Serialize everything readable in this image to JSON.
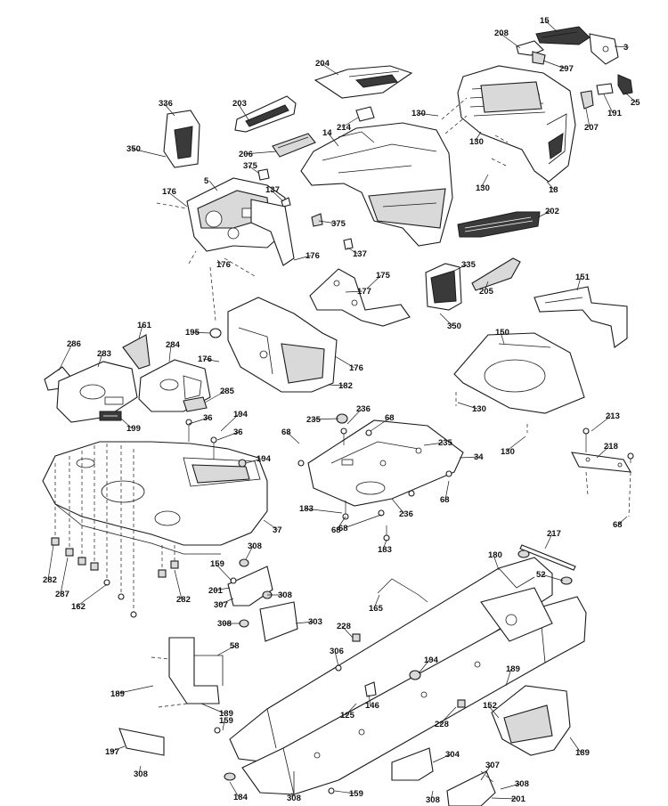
{
  "callouts": [
    {
      "id": "c15",
      "label": "15"
    },
    {
      "id": "c208",
      "label": "208"
    },
    {
      "id": "c3",
      "label": "3"
    },
    {
      "id": "c297",
      "label": "297"
    },
    {
      "id": "c204",
      "label": "204"
    },
    {
      "id": "c25",
      "label": "25"
    },
    {
      "id": "c191",
      "label": "191"
    },
    {
      "id": "c207",
      "label": "207"
    },
    {
      "id": "c336",
      "label": "336"
    },
    {
      "id": "c203",
      "label": "203"
    },
    {
      "id": "c130a",
      "label": "130"
    },
    {
      "id": "c214",
      "label": "214"
    },
    {
      "id": "c14",
      "label": "14"
    },
    {
      "id": "c130b",
      "label": "130"
    },
    {
      "id": "c350a",
      "label": "350"
    },
    {
      "id": "c206",
      "label": "206"
    },
    {
      "id": "c375a",
      "label": "375"
    },
    {
      "id": "c130c",
      "label": "130"
    },
    {
      "id": "c18",
      "label": "18"
    },
    {
      "id": "c5",
      "label": "5"
    },
    {
      "id": "c176a",
      "label": "176"
    },
    {
      "id": "c137a",
      "label": "137"
    },
    {
      "id": "c202",
      "label": "202"
    },
    {
      "id": "c375b",
      "label": "375"
    },
    {
      "id": "c137b",
      "label": "137"
    },
    {
      "id": "c176b",
      "label": "176"
    },
    {
      "id": "c176c",
      "label": "176"
    },
    {
      "id": "c335",
      "label": "335"
    },
    {
      "id": "c175",
      "label": "175"
    },
    {
      "id": "c151",
      "label": "151"
    },
    {
      "id": "c177",
      "label": "177"
    },
    {
      "id": "c205",
      "label": "205"
    },
    {
      "id": "c161",
      "label": "161"
    },
    {
      "id": "c350b",
      "label": "350"
    },
    {
      "id": "c195",
      "label": "195"
    },
    {
      "id": "c150",
      "label": "150"
    },
    {
      "id": "c286",
      "label": "286"
    },
    {
      "id": "c284",
      "label": "284"
    },
    {
      "id": "c283",
      "label": "283"
    },
    {
      "id": "c176d",
      "label": "176"
    },
    {
      "id": "c176e",
      "label": "176"
    },
    {
      "id": "c182",
      "label": "182"
    },
    {
      "id": "c285",
      "label": "285"
    },
    {
      "id": "c130d",
      "label": "130"
    },
    {
      "id": "c36a",
      "label": "36"
    },
    {
      "id": "c194a",
      "label": "194"
    },
    {
      "id": "c235a",
      "label": "235"
    },
    {
      "id": "c236a",
      "label": "236"
    },
    {
      "id": "c199",
      "label": "199"
    },
    {
      "id": "c36b",
      "label": "36"
    },
    {
      "id": "c68a",
      "label": "68"
    },
    {
      "id": "c68b",
      "label": "68"
    },
    {
      "id": "c213",
      "label": "213"
    },
    {
      "id": "c130e",
      "label": "130"
    },
    {
      "id": "c235b",
      "label": "235"
    },
    {
      "id": "c218",
      "label": "218"
    },
    {
      "id": "c194b",
      "label": "194"
    },
    {
      "id": "c34",
      "label": "34"
    },
    {
      "id": "c68c",
      "label": "68"
    },
    {
      "id": "c236b",
      "label": "236"
    },
    {
      "id": "c68d",
      "label": "68"
    },
    {
      "id": "c183a",
      "label": "183"
    },
    {
      "id": "c68e",
      "label": "68"
    },
    {
      "id": "c37",
      "label": "37"
    },
    {
      "id": "c68f",
      "label": "68"
    },
    {
      "id": "c217",
      "label": "217"
    },
    {
      "id": "c183b",
      "label": "183"
    },
    {
      "id": "c308a",
      "label": "308"
    },
    {
      "id": "c180",
      "label": "180"
    },
    {
      "id": "c159a",
      "label": "159"
    },
    {
      "id": "c52",
      "label": "52"
    },
    {
      "id": "c282a",
      "label": "282"
    },
    {
      "id": "c201a",
      "label": "201"
    },
    {
      "id": "c287",
      "label": "287"
    },
    {
      "id": "c282b",
      "label": "282"
    },
    {
      "id": "c308b",
      "label": "308"
    },
    {
      "id": "c307a",
      "label": "307"
    },
    {
      "id": "c162",
      "label": "162"
    },
    {
      "id": "c165",
      "label": "165"
    },
    {
      "id": "c308c",
      "label": "308"
    },
    {
      "id": "c303",
      "label": "303"
    },
    {
      "id": "c228a",
      "label": "228"
    },
    {
      "id": "c58",
      "label": "58"
    },
    {
      "id": "c306",
      "label": "306"
    },
    {
      "id": "c194c",
      "label": "194"
    },
    {
      "id": "c189a",
      "label": "189"
    },
    {
      "id": "c189b",
      "label": "189"
    },
    {
      "id": "c146",
      "label": "146"
    },
    {
      "id": "c189c",
      "label": "189"
    },
    {
      "id": "c125",
      "label": "125"
    },
    {
      "id": "c228b",
      "label": "228"
    },
    {
      "id": "c152",
      "label": "152"
    },
    {
      "id": "c159b",
      "label": "159"
    },
    {
      "id": "c197",
      "label": "197"
    },
    {
      "id": "c189d",
      "label": "189"
    },
    {
      "id": "c308d",
      "label": "308"
    },
    {
      "id": "c304",
      "label": "304"
    },
    {
      "id": "c307b",
      "label": "307"
    },
    {
      "id": "c308e",
      "label": "308"
    },
    {
      "id": "c184",
      "label": "184"
    },
    {
      "id": "c159c",
      "label": "159"
    },
    {
      "id": "c201b",
      "label": "201"
    },
    {
      "id": "c308f",
      "label": "308"
    },
    {
      "id": "c308g",
      "label": "308"
    }
  ]
}
